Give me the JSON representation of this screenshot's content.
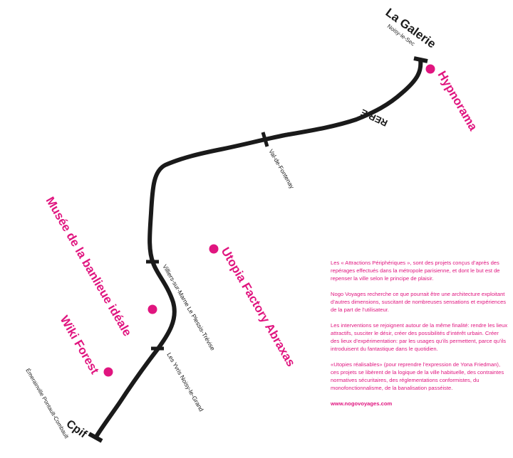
{
  "map": {
    "line_name": "RER E",
    "line_color": "#1a1a1a",
    "accent_color": "#e0157f",
    "termini": [
      {
        "name": "La Galerie",
        "sub": "Noisy-le-Sec"
      },
      {
        "name": "Cpif",
        "sub": "Émerainville Pontault-Combault"
      }
    ],
    "stations": [
      {
        "name": "Val-de-Fontenay"
      },
      {
        "name": "Villiers-sur-Marne Le Plessis-Trévise"
      },
      {
        "name": "Les Yvris Noisy-le-Grand"
      }
    ],
    "attractions": [
      {
        "name": "Hypnorama"
      },
      {
        "name": "Utopia Factory Abraxas"
      },
      {
        "name": "Musée de la banlieue idéale"
      },
      {
        "name": "Wiki Forest"
      }
    ]
  },
  "info": {
    "paragraphs": [
      "Les « Attractions Périphériques », sont des projets conçus d’après des repérages effectués dans la métropole parisienne, et dont le but est de repenser la ville selon le principe de plaisir.",
      "Nogo Voyages recherche ce que pourrait être une architecture exploitant d’autres dimensions, suscitant de nombreuses sensations et expériences de la part de l’utilisateur.",
      "Les interventions se rejoignent autour de la même finalité: rendre les lieux attractifs, susciter le désir, créer des possibilités d’intérêt urbain. Créer des lieux d’expérimentation: par les usages qu’ils permettent, parce qu’ils introduisent du fantastique dans le quotidien.",
      "«Utopies réalisables» (pour reprendre l’expression de Yona Friedman), ces projets se libèrent de la logique de la ville habituelle, des contraintes normatives sécuritaires, des réglementations conformistes, du monofonctionnalisme, de la banalisation passéiste."
    ],
    "website": "www.nogovoyages.com"
  }
}
